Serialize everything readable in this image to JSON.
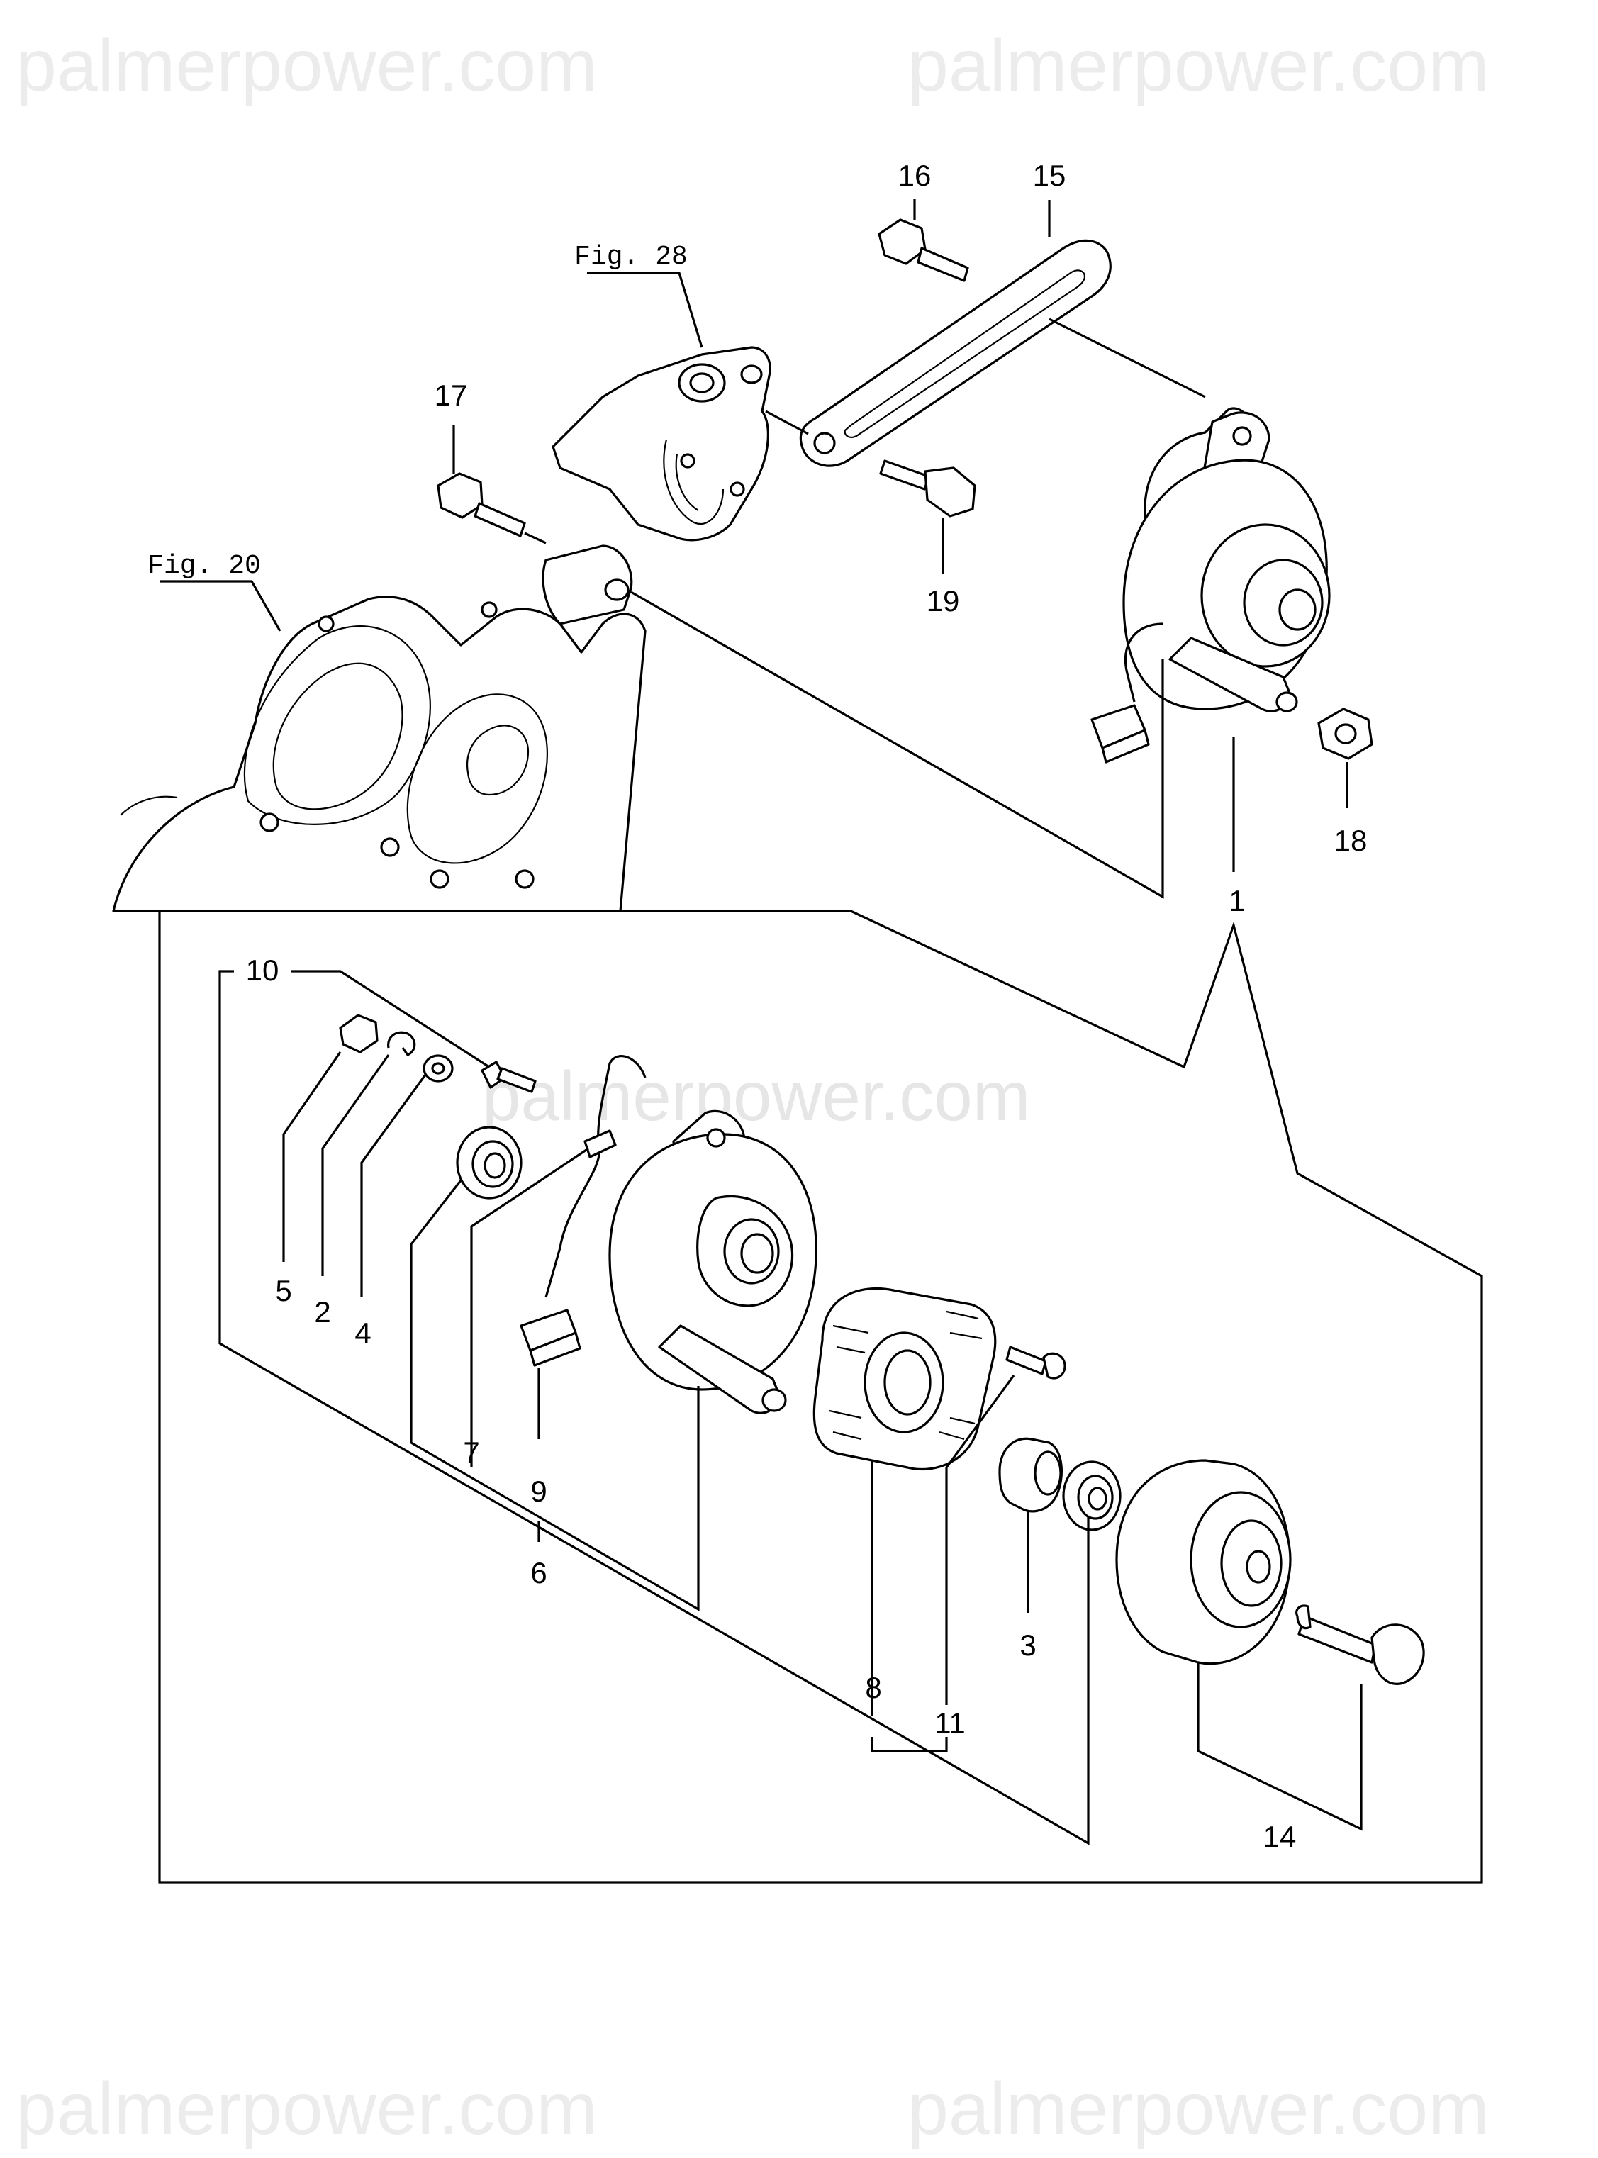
{
  "watermark": {
    "text": "palmerpower.com"
  },
  "figure_references": [
    {
      "id": "fig28",
      "label": "Fig. 28"
    },
    {
      "id": "fig20",
      "label": "Fig. 20"
    }
  ],
  "callouts": {
    "c1": "1",
    "c2": "2",
    "c3": "3",
    "c4": "4",
    "c5": "5",
    "c6": "6",
    "c7": "7",
    "c8": "8",
    "c9": "9",
    "c10": "10",
    "c11": "11",
    "c14": "14",
    "c15": "15",
    "c16": "16",
    "c17": "17",
    "c18": "18",
    "c19": "19"
  }
}
